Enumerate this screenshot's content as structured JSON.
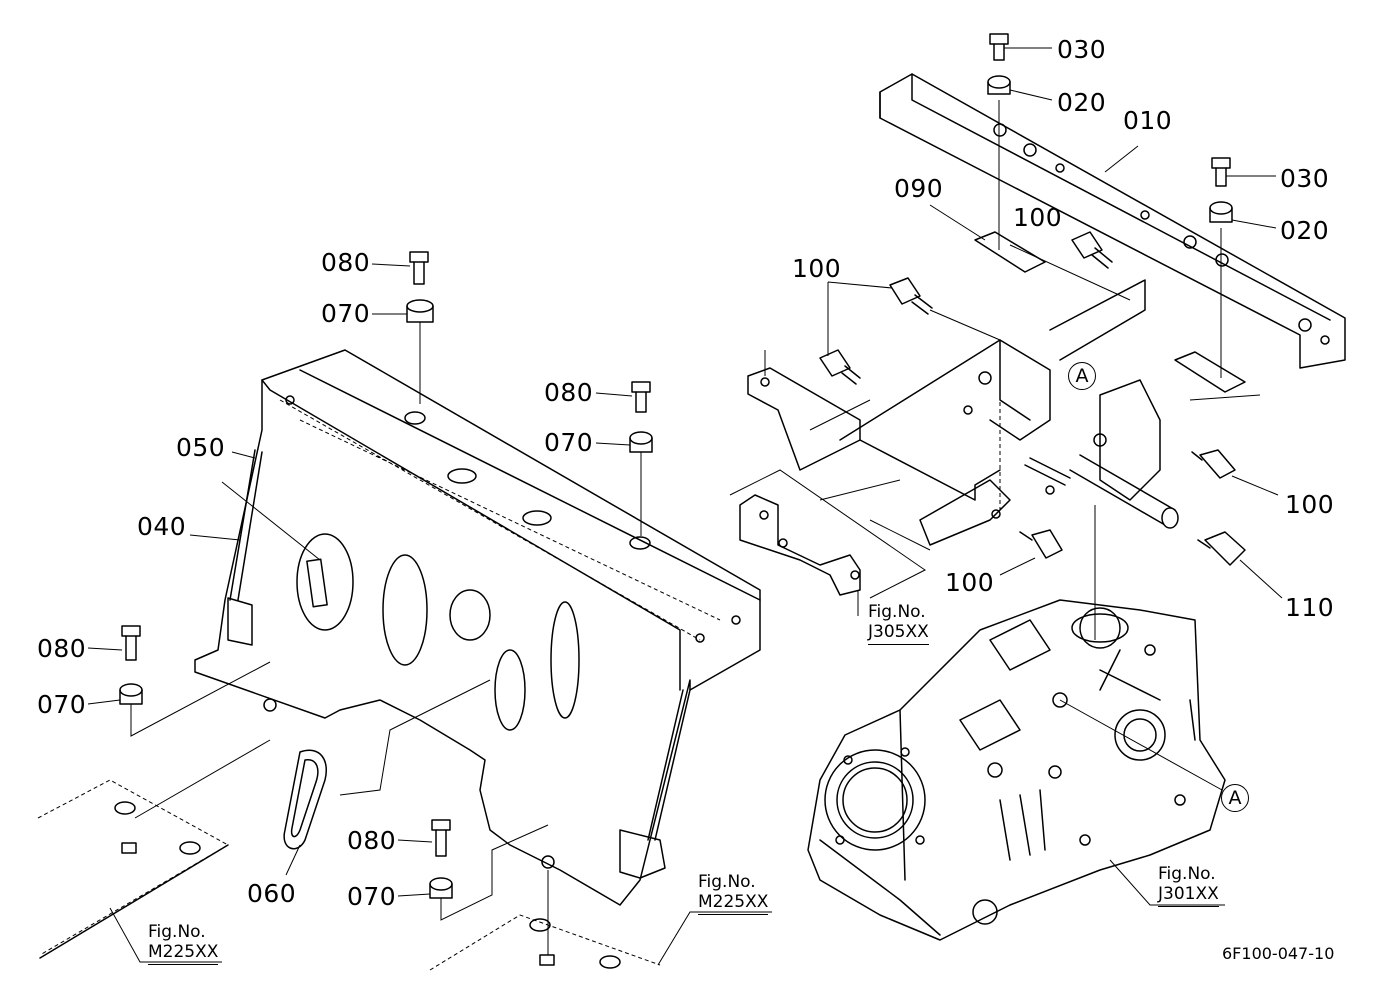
{
  "part_numbers": {
    "p010": "010",
    "p020a": "020",
    "p020b": "020",
    "p030a": "030",
    "p030b": "030",
    "p040": "040",
    "p050": "050",
    "p060": "060",
    "p070a": "070",
    "p070b": "070",
    "p070c": "070",
    "p070d": "070",
    "p080a": "080",
    "p080b": "080",
    "p080c": "080",
    "p080d": "080",
    "p090": "090",
    "p100a": "100",
    "p100b": "100",
    "p100c": "100",
    "p100d": "100",
    "p110": "110"
  },
  "figure_refs": {
    "j305": {
      "line1": "Fig.No.",
      "line2": "J305XX"
    },
    "j301": {
      "line1": "Fig.No.",
      "line2": "J301XX"
    },
    "m225_left": {
      "line1": "Fig.No.",
      "line2": "M225XX"
    },
    "m225_bottom": {
      "line1": "Fig.No.",
      "line2": "M225XX"
    }
  },
  "connection_marks": {
    "a1": "A",
    "a2": "A"
  },
  "drawing_code": "6F100-047-10"
}
